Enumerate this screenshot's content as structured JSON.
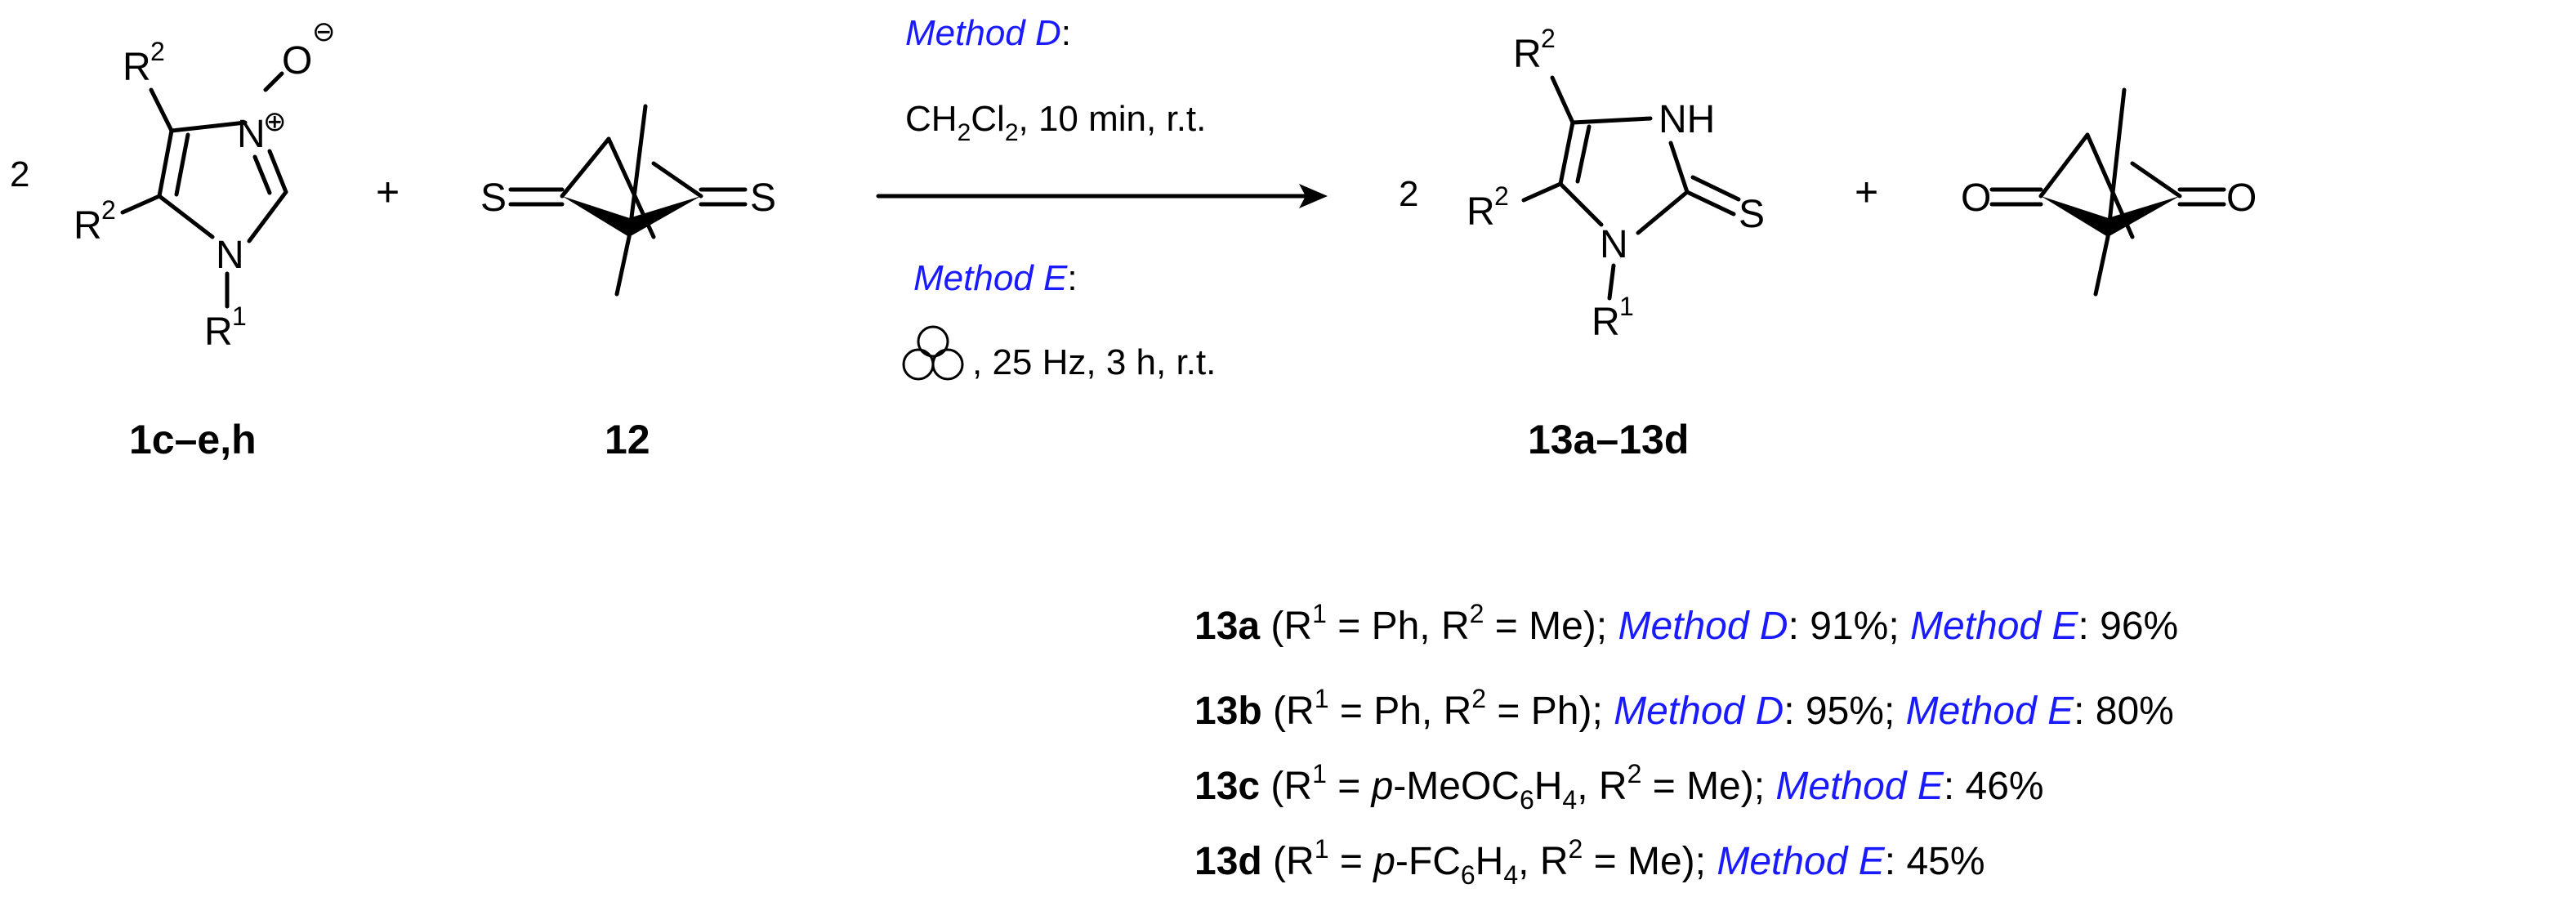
{
  "colors": {
    "text": "#000000",
    "method": "#1a1aff"
  },
  "reactant1": {
    "coef": "2",
    "r2_top": "R",
    "r2_top_sup": "2",
    "r2_left": "R",
    "r2_left_sup": "2",
    "n_top": "N",
    "o": "O",
    "oxide_charge": "⊖",
    "n_charge": "⊕",
    "n_bottom": "N",
    "r1": "R",
    "r1_sup": "1",
    "label": "1c–e,h"
  },
  "plus1": "+",
  "reactant2": {
    "s_left": "S",
    "s_right": "S",
    "label": "12"
  },
  "conditions": {
    "method_d": "Method D",
    "colon_d": ":",
    "cond_d_pre": "CH",
    "cond_d_sub1": "2",
    "cond_d_mid": "Cl",
    "cond_d_sub2": "2",
    "cond_d_post": ", 10 min, r.t.",
    "method_e": "Method E",
    "colon_e": ":",
    "ball_mill_icon": "ball-mill-icon",
    "cond_e": ", 25 Hz, 3 h, r.t."
  },
  "product1": {
    "coef": "2",
    "r2_top": "R",
    "r2_top_sup": "2",
    "nh": "NH",
    "r2_left": "R",
    "r2_left_sup": "2",
    "s": "S",
    "n": "N",
    "r1": "R",
    "r1_sup": "1",
    "label": "13a–13d"
  },
  "plus2": "+",
  "product2": {
    "o_left": "O",
    "o_right": "O"
  },
  "results": [
    {
      "id": "13a",
      "p1": " (R",
      "sup1": "1",
      "p2": " = Ph, R",
      "sup2": "2",
      "p3": " = Me);  ",
      "m1": "Method D",
      "v1": ": 91%; ",
      "m2": "Method E",
      "v2": ": 96%"
    },
    {
      "id": "13b",
      "p1": " (R",
      "sup1": "1",
      "p2": " = Ph, R",
      "sup2": "2",
      "p3": " = Ph);  ",
      "m1": "Method D",
      "v1": ": 95%; ",
      "m2": "Method E",
      "v2": ": 80%"
    },
    {
      "id": "13c",
      "p1": " (R",
      "sup1": "1",
      "p2": " = ",
      "ital": "p",
      "p2b": "-MeOC",
      "sub1": "6",
      "p2c": "H",
      "sub2": "4",
      "p2d": ", R",
      "sup2": "2",
      "p3": " = Me); ",
      "m2": "Method E",
      "v2": ": 46%"
    },
    {
      "id": "13d",
      "p1": " (R",
      "sup1": "1",
      "p2": " = ",
      "ital": "p",
      "p2b": "-FC",
      "sub1": "6",
      "p2c": "H",
      "sub2": "4",
      "p2d": ", R",
      "sup2": "2",
      "p3": " = Me); ",
      "m2": "Method E",
      "v2": ": 45%"
    }
  ]
}
